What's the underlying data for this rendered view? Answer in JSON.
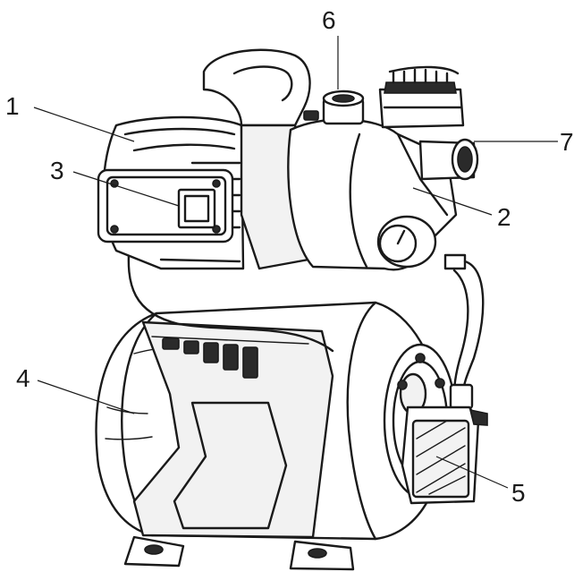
{
  "figure": {
    "callouts": [
      {
        "id": "1",
        "label": "1"
      },
      {
        "id": "2",
        "label": "2"
      },
      {
        "id": "3",
        "label": "3"
      },
      {
        "id": "4",
        "label": "4"
      },
      {
        "id": "5",
        "label": "5"
      },
      {
        "id": "6",
        "label": "6"
      },
      {
        "id": "7",
        "label": "7"
      }
    ]
  },
  "colors": {
    "line": "#1a1a1a",
    "background": "#ffffff",
    "shade": "#f2f2f2"
  }
}
